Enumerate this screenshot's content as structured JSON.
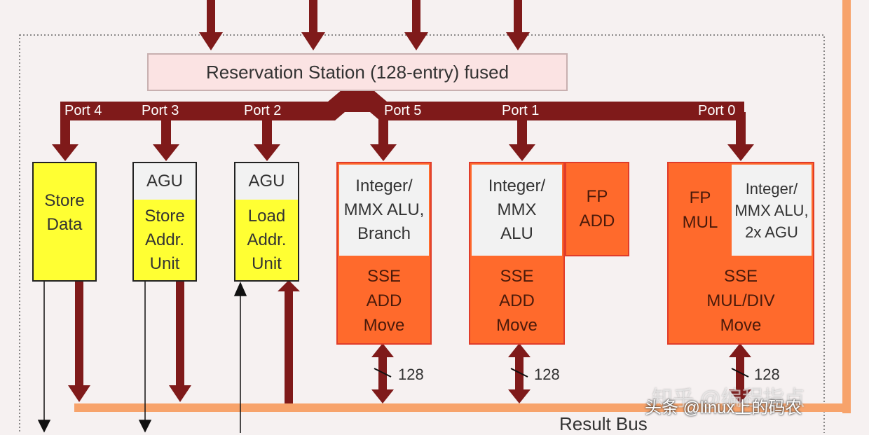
{
  "reservation_station": {
    "label": "Reservation Station (128-entry) fused"
  },
  "ports": {
    "port4": "Port 4",
    "port3": "Port 3",
    "port2": "Port 2",
    "port5": "Port 5",
    "port1": "Port 1",
    "port0": "Port 0"
  },
  "units": {
    "store_data": {
      "label": "Store\nData"
    },
    "agu_store": {
      "header": "AGU",
      "label": "Store\nAddr.\nUnit"
    },
    "agu_load": {
      "header": "AGU",
      "label": "Load\nAddr.\nUnit"
    },
    "port5_unit": {
      "alu": "Integer/\nMMX ALU,\nBranch",
      "sse": "SSE\nADD\nMove"
    },
    "port1_unit": {
      "alu": "Integer/\nMMX\nALU",
      "fp": "FP\nADD",
      "sse": "SSE\nADD\nMove"
    },
    "port0_unit": {
      "fp": "FP\nMUL",
      "alu": "Integer/\nMMX ALU,\n2x AGU",
      "sse": "SSE\nMUL/DIV\nMove"
    }
  },
  "bus_widths": {
    "port5": "128",
    "port1": "128",
    "port0": "128"
  },
  "result_bus": {
    "label": "Result Bus"
  },
  "watermark": {
    "text": "头条 @linux上的码农",
    "faded_text": "知乎 @编程指点"
  },
  "colors": {
    "port_bus": "#7f1a1a",
    "result_bus": "#f7a36b",
    "yellow_unit": "#ffff33",
    "orange_unit": "#ff6a2c",
    "border_red": "#e03c2a"
  }
}
